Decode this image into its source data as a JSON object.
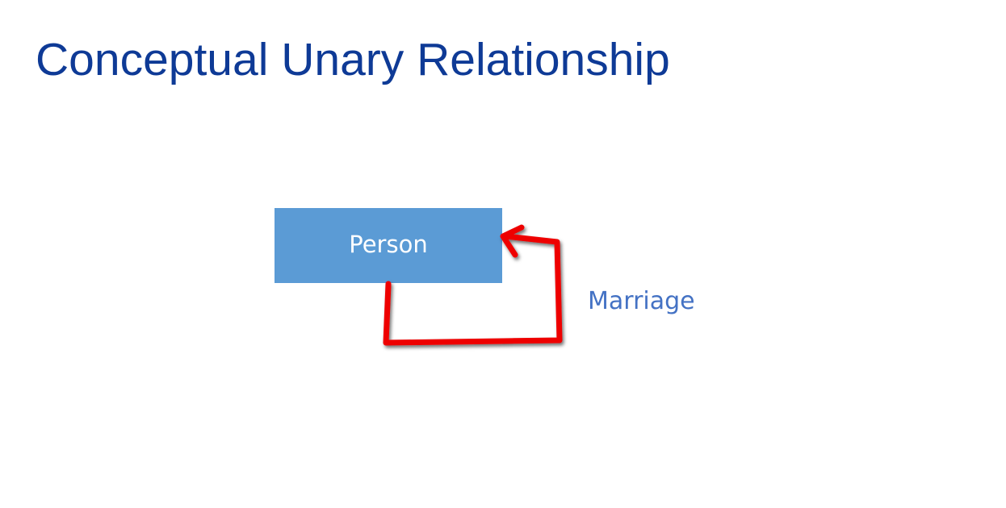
{
  "slide": {
    "title": "Conceptual Unary Relationship"
  },
  "diagram": {
    "entity": {
      "label": "Person",
      "fill_color": "#5b9bd5"
    },
    "relationship": {
      "label": "Marriage",
      "color": "#4472c4",
      "connector_color": "#ee0000",
      "connector_style": "self-loop arrow"
    }
  }
}
